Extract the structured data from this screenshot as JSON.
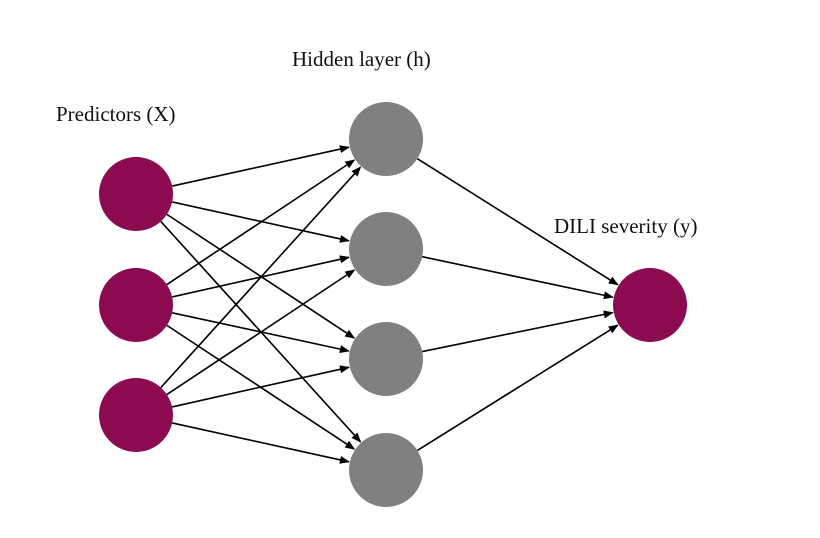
{
  "diagram": {
    "type": "neural-network",
    "labels": {
      "input_layer": "Predictors (X)",
      "hidden_layer": "Hidden layer (h)",
      "output_layer": "DILI severity (y)"
    },
    "colors": {
      "input_node": "#8B0A50",
      "hidden_node": "#808080",
      "output_node": "#8B0A50",
      "edge": "#000000"
    },
    "layers": {
      "input": {
        "count": 3
      },
      "hidden": {
        "count": 4
      },
      "output": {
        "count": 1
      }
    },
    "connectivity": "fully-connected"
  }
}
